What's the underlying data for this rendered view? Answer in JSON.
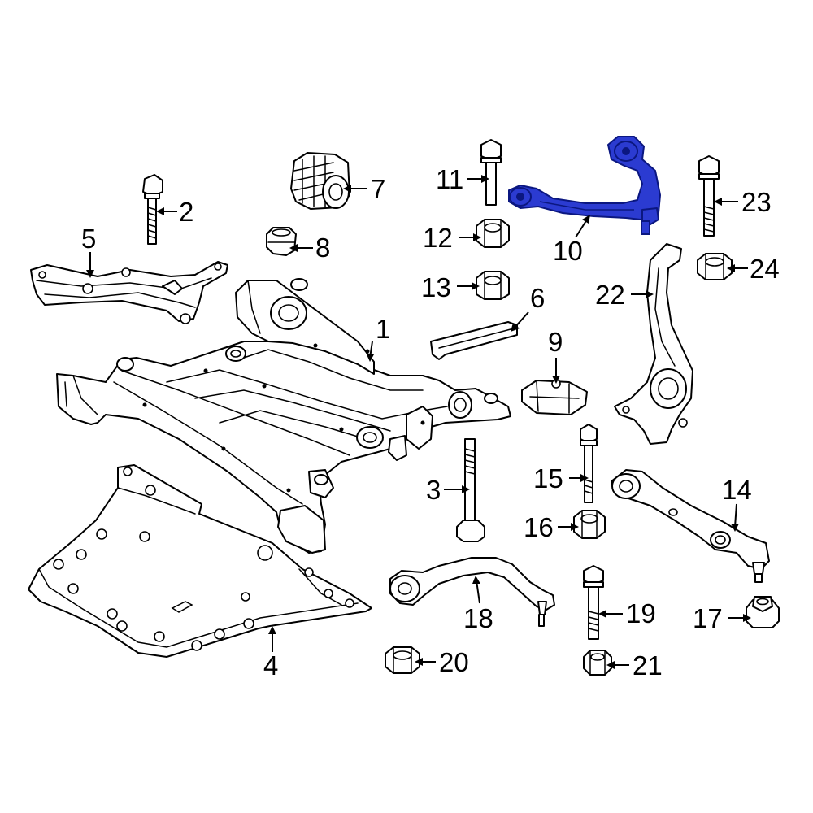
{
  "colors": {
    "highlight": "#2b3bd1",
    "line": "#000000",
    "background": "#ffffff"
  },
  "callouts": [
    {
      "id": "c1",
      "label": "1"
    },
    {
      "id": "c2",
      "label": "2"
    },
    {
      "id": "c3",
      "label": "3"
    },
    {
      "id": "c4",
      "label": "4"
    },
    {
      "id": "c5",
      "label": "5"
    },
    {
      "id": "c6",
      "label": "6"
    },
    {
      "id": "c7",
      "label": "7"
    },
    {
      "id": "c8",
      "label": "8"
    },
    {
      "id": "c9",
      "label": "9"
    },
    {
      "id": "c10",
      "label": "10"
    },
    {
      "id": "c11",
      "label": "11"
    },
    {
      "id": "c12",
      "label": "12"
    },
    {
      "id": "c13",
      "label": "13"
    },
    {
      "id": "c14",
      "label": "14"
    },
    {
      "id": "c15",
      "label": "15"
    },
    {
      "id": "c16",
      "label": "16"
    },
    {
      "id": "c17",
      "label": "17"
    },
    {
      "id": "c18",
      "label": "18"
    },
    {
      "id": "c19",
      "label": "19"
    },
    {
      "id": "c20",
      "label": "20"
    },
    {
      "id": "c21",
      "label": "21"
    },
    {
      "id": "c22",
      "label": "22"
    },
    {
      "id": "c23",
      "label": "23"
    },
    {
      "id": "c24",
      "label": "24"
    }
  ],
  "highlighted_part": "10"
}
